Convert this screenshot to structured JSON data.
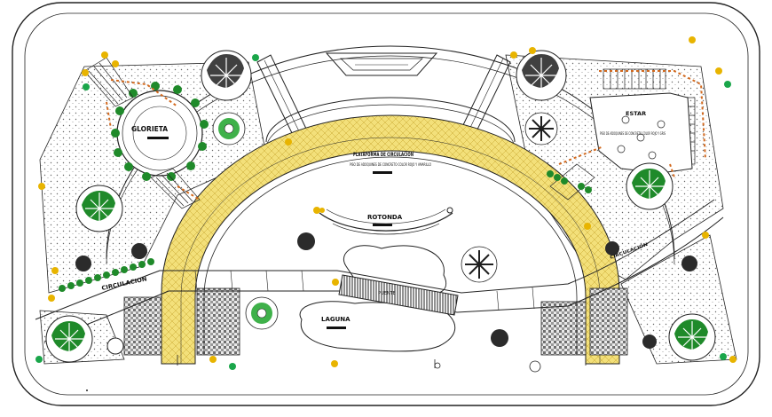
{
  "labels": {
    "glorieta": "GLORIETA",
    "estar": "ESTAR",
    "estar_note": "PISO DE ADOQUINES DE CONCRETO COLOR ROJO Y GRIS",
    "plataforma_title": "PLATAFORMA DE CIRCULACION",
    "plataforma_note": "PISO DE ADOQUINES DE CONCRETO COLOR ROJO Y AMARILLO",
    "rotonda": "ROTONDA",
    "circulacion_left": "CIRCULACION",
    "circulacion_right": "CIRCULACION",
    "puente": "PUENTE",
    "laguna": "LAGUNA"
  },
  "colors": {
    "line": "#222222",
    "yellow_paving": "#f3e07a",
    "grass_dot": "#6a6a6a",
    "tree_green": "#1f8a2a",
    "tree_dark": "#1e1e1e",
    "shrub_green": "#2e9a2e",
    "flower_red": "#d2691e",
    "marker_yellow": "#e8b400",
    "marker_green": "#1aa64a"
  },
  "icons": {
    "tree": "tree-icon",
    "shrub": "shrub-icon",
    "flower": "flower-icon",
    "bench": "bench-icon",
    "light": "light-marker-icon"
  }
}
